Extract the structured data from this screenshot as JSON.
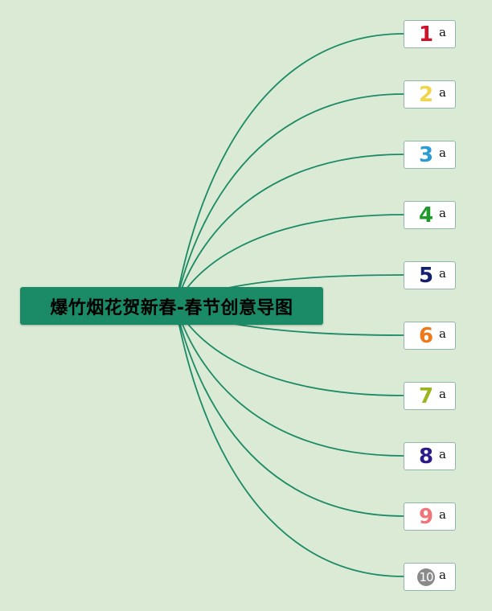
{
  "root": {
    "title": "爆竹烟花贺新春-春节创意导图"
  },
  "branches": [
    {
      "number": "1",
      "label": "a",
      "color": "#d0122b"
    },
    {
      "number": "2",
      "label": "a",
      "color": "#f0d44a"
    },
    {
      "number": "3",
      "label": "a",
      "color": "#2a9bd3"
    },
    {
      "number": "4",
      "label": "a",
      "color": "#1e9a2a"
    },
    {
      "number": "5",
      "label": "a",
      "color": "#13206b"
    },
    {
      "number": "6",
      "label": "a",
      "color": "#f07818"
    },
    {
      "number": "7",
      "label": "a",
      "color": "#9ab51e"
    },
    {
      "number": "8",
      "label": "a",
      "color": "#2a1a8a"
    },
    {
      "number": "9",
      "label": "a",
      "color": "#f07478"
    },
    {
      "number": "10",
      "label": "a",
      "color": "#8a8a8a"
    }
  ],
  "colors": {
    "background": "#dbead4",
    "root_fill": "#1b8a66",
    "connector": "#1b8a66",
    "node_border": "#8fb8a8"
  }
}
